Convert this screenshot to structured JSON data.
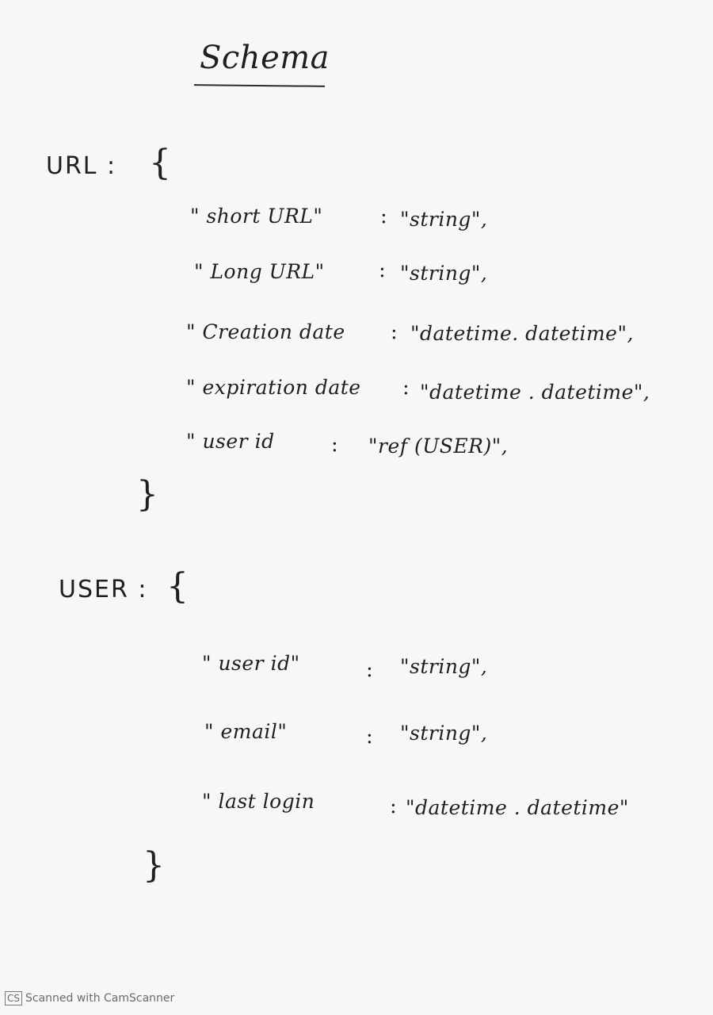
{
  "title": "Schema",
  "url_object": {
    "label": "URL :",
    "open_brace": "{",
    "close_brace": "}",
    "fields": [
      {
        "key": "\" short URL\"",
        "colon": ":",
        "value": "\"string\","
      },
      {
        "key": "\" Long URL\"",
        "colon": ":",
        "value": "\"string\","
      },
      {
        "key": "\" Creation date",
        "colon": ":",
        "value": "\"datetime. datetime\","
      },
      {
        "key": "\" expiration date",
        "colon": ":",
        "value": "\"datetime . datetime\","
      },
      {
        "key": "\" user id",
        "colon": ":",
        "value": "\"ref (USER)\","
      }
    ]
  },
  "user_object": {
    "label": "USER :",
    "open_brace": "{",
    "close_brace": "}",
    "fields": [
      {
        "key": "\" user id\"",
        "colon": ":",
        "value": "\"string\","
      },
      {
        "key": "\" email\"",
        "colon": ":",
        "value": "\"string\","
      },
      {
        "key": "\" last login",
        "colon": ":",
        "value": "\"datetime . datetime\""
      }
    ]
  },
  "footer": {
    "logo_text": "CS",
    "text": "Scanned with CamScanner"
  }
}
